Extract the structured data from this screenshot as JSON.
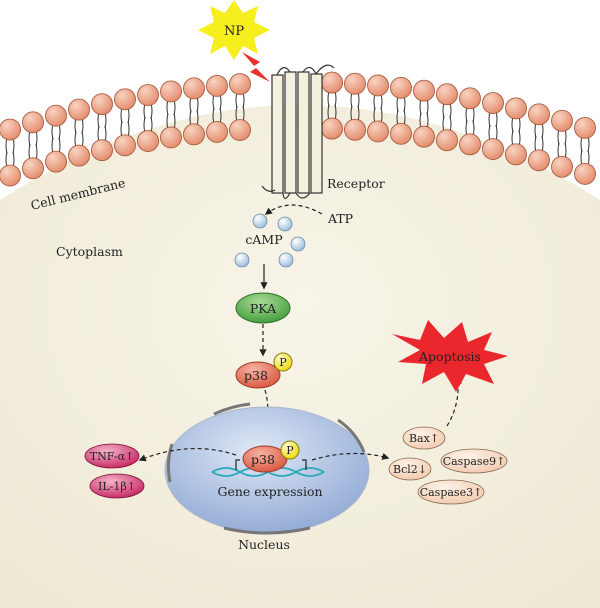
{
  "labels": {
    "np": "NP",
    "cell_membrane": "Cell membrane",
    "receptor": "Receptor",
    "atp": "ATP",
    "camp": "cAMP",
    "cytoplasm": "Cytoplasm",
    "pka": "PKA",
    "p38": "p38",
    "p38_nuclear": "p38",
    "phospho": "P",
    "phospho_nuclear": "P",
    "gene_expression": "Gene expression",
    "nucleus": "Nucleus",
    "apoptosis": "Apoptosis",
    "tnf": "TNF-α↑",
    "il1b": "IL-1β↑",
    "bax": "Bax↑",
    "bcl2": "Bcl2↓",
    "caspase9": "Caspase9↑",
    "caspase3": "Caspase3↑"
  },
  "colors": {
    "cytoplasm": "#f3efe0",
    "lipid_head": "#e9a487",
    "np_star": "#f7ef1d",
    "lightning": "#e8322b",
    "camp": "#bcd5ea",
    "pka": "#5eb24f",
    "p38": "#e8705a",
    "phospho": "#f4ea31",
    "nucleus": "#aabdde",
    "apoptosis": "#e9272c",
    "cytokine": "#c41d5a",
    "apoptotic_protein": "#f7dcc7",
    "dna": "#2aa7b7"
  }
}
